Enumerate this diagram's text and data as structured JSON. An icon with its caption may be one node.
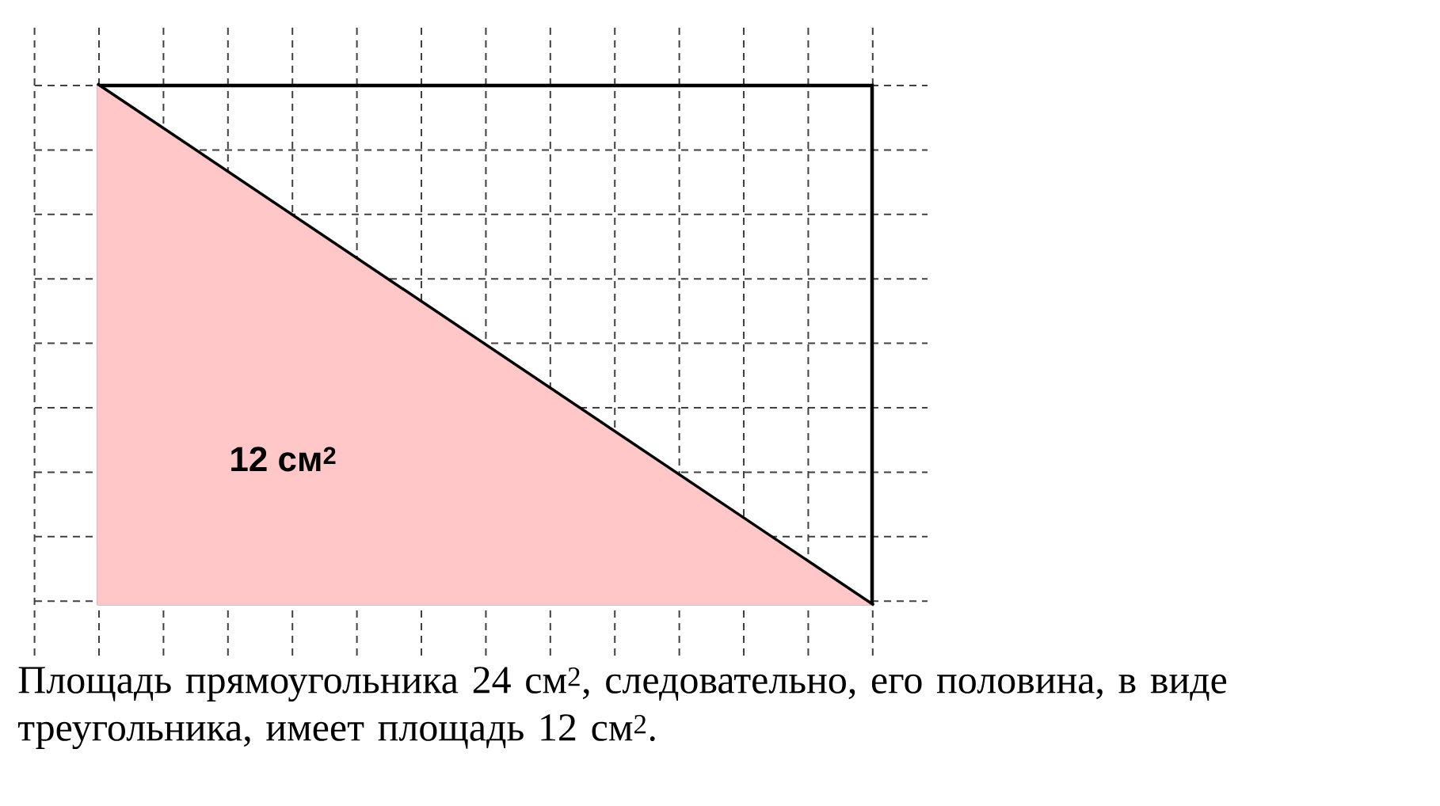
{
  "diagram": {
    "caption": "Площадь прямоугольника 24 см$^{2}$, следовательно, его половина, в виде треугольника, имеет площадь 12 см$^{2}$.",
    "nodes": [
      {
        "text": [],
        "shape": "box"
      },
      {
        "text": [
          "12 см$^{2}$"
        ],
        "in": 0
      }
    ]
  }
}
